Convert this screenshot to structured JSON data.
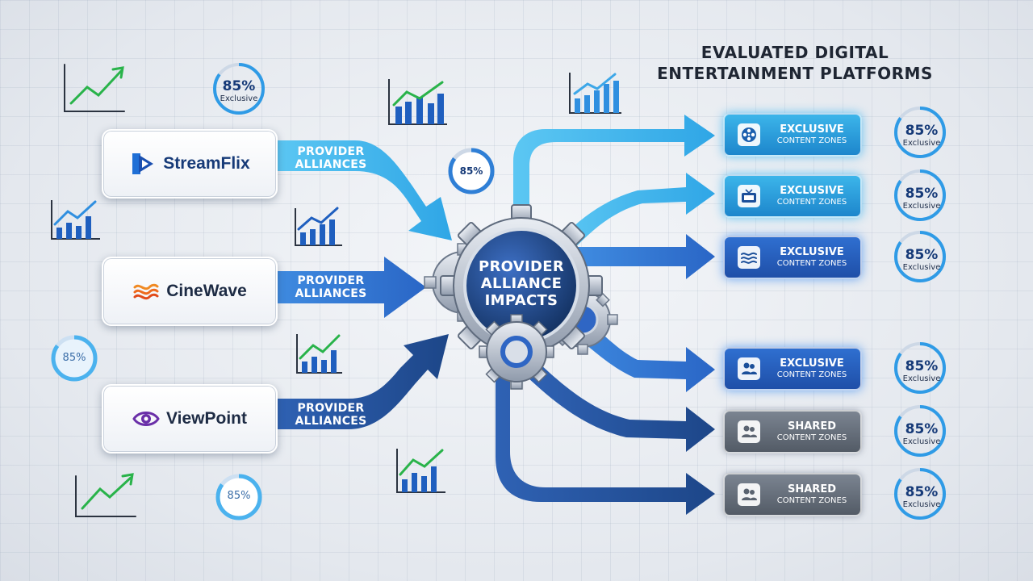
{
  "title": {
    "line1": "EVALUATED DIGITAL",
    "line2": "ENTERTAINMENT PLATFORMS"
  },
  "hub": {
    "line1": "PROVIDER",
    "line2": "ALLIANCE",
    "line3": "IMPACTS"
  },
  "providers": [
    {
      "name": "StreamFlix",
      "logo": "play-logo-icon",
      "alliance_line1": "PROVIDER",
      "alliance_line2": "ALLIANCES"
    },
    {
      "name": "CineWave",
      "logo": "wave-logo-icon",
      "alliance_line1": "PROVIDER",
      "alliance_line2": "ALLIANCES"
    },
    {
      "name": "ViewPoint",
      "logo": "eye-logo-icon",
      "alliance_line1": "PROVIDER",
      "alliance_line2": "ALLIANCES"
    }
  ],
  "zones": [
    {
      "title": "EXCLUSIVE",
      "subtitle": "CONTENT ZONES",
      "icon": "film-reel-icon",
      "style": "exclusive-a",
      "pct": "85%",
      "pct_label": "Exclusive"
    },
    {
      "title": "EXCLUSIVE",
      "subtitle": "CONTENT ZONES",
      "icon": "tv-icon",
      "style": "exclusive-a",
      "pct": "85%",
      "pct_label": "Exclusive"
    },
    {
      "title": "EXCLUSIVE",
      "subtitle": "CONTENT ZONES",
      "icon": "waves-icon",
      "style": "exclusive-b",
      "pct": "85%",
      "pct_label": "Exclusive"
    },
    {
      "title": "EXCLUSIVE",
      "subtitle": "CONTENT ZONES",
      "icon": "users-icon",
      "style": "exclusive-b",
      "pct": "85%",
      "pct_label": "Exclusive"
    },
    {
      "title": "SHARED",
      "subtitle": "CONTENT ZONES",
      "icon": "users-icon",
      "style": "shared",
      "pct": "85%",
      "pct_label": "Exclusive"
    },
    {
      "title": "SHARED",
      "subtitle": "CONTENT ZONES",
      "icon": "users-icon",
      "style": "shared",
      "pct": "85%",
      "pct_label": "Exclusive"
    }
  ],
  "floating_rings": {
    "top_left": {
      "pct": "85%",
      "label": "Exclusive"
    },
    "center": {
      "pct": "85%"
    },
    "left": {
      "pct": "85%"
    },
    "bottom": {
      "pct": "85%"
    }
  },
  "colors": {
    "light_blue": "#3db4ee",
    "mid_blue": "#2f78d6",
    "dark_blue": "#1f4f9a",
    "navy": "#163a78",
    "trend_green": "#29b34a"
  },
  "decorative_icons": [
    "trend-chart-icon",
    "bar-chart-icon",
    "gear-icon"
  ]
}
